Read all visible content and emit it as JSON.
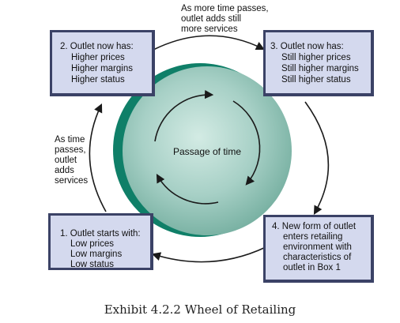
{
  "top_note": [
    "As more time passes,",
    "outlet adds still",
    "more services"
  ],
  "left_note": [
    "As time",
    "passes,",
    "outlet",
    "adds",
    "services"
  ],
  "center_label": "Passage of time",
  "boxes": [
    {
      "lines": [
        "1. Outlet starts with:",
        "Low prices",
        "Low margins",
        "Low status"
      ]
    },
    {
      "lines": [
        "2. Outlet now has:",
        "Higher prices",
        "Higher margins",
        "Higher status"
      ]
    },
    {
      "lines": [
        "3. Outlet now has:",
        "Still higher prices",
        "Still higher margins",
        "Still higher status"
      ]
    },
    {
      "lines": [
        "4. New form of outlet",
        "enters retailing",
        "environment with",
        "characteristics of",
        "outlet in Box 1"
      ]
    }
  ],
  "caption": "Exhibit 4.2.2 Wheel of Retailing",
  "colors": {
    "box_fill": "#d4d9ee",
    "box_shadow": "#3b4266",
    "wheel_light": "#c9e3dc",
    "wheel_mid": "#7fb8ab",
    "wheel_rim": "#0f7f68",
    "arrow": "#1a1a1a"
  }
}
